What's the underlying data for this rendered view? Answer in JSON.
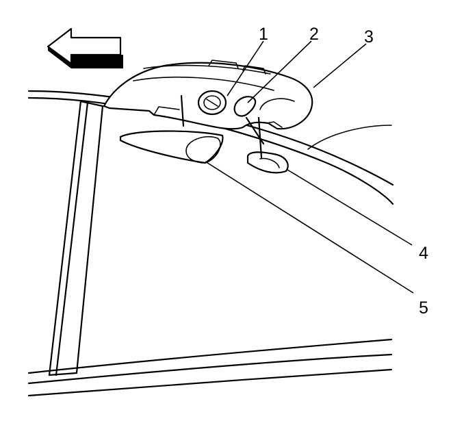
{
  "diagram": {
    "callouts": [
      {
        "id": 1,
        "label": "1"
      },
      {
        "id": 2,
        "label": "2"
      },
      {
        "id": 3,
        "label": "3"
      },
      {
        "id": 4,
        "label": "4"
      },
      {
        "id": 5,
        "label": "5"
      }
    ],
    "arrow_direction": "left"
  }
}
